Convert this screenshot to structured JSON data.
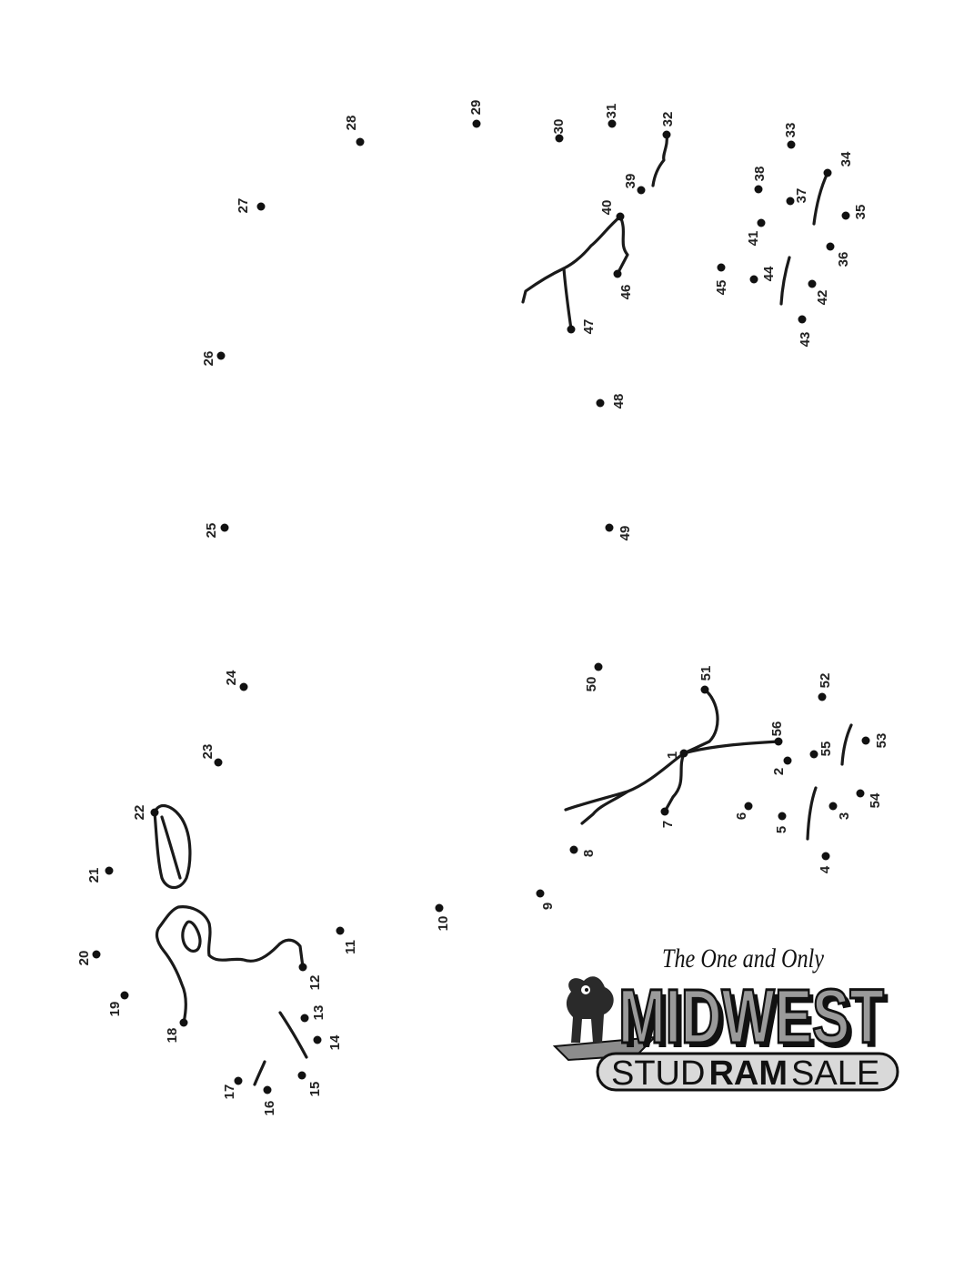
{
  "puzzle": {
    "labels": [
      "1",
      "2",
      "3",
      "4",
      "5",
      "6",
      "7",
      "8",
      "9",
      "10",
      "11",
      "12",
      "13",
      "14",
      "15",
      "16",
      "17",
      "18",
      "19",
      "20",
      "21",
      "22",
      "23",
      "24",
      "25",
      "26",
      "27",
      "28",
      "29",
      "30",
      "31",
      "32",
      "33",
      "34",
      "35",
      "36",
      "37",
      "38",
      "39",
      "40",
      "41",
      "42",
      "43",
      "44",
      "45",
      "46",
      "47",
      "48",
      "49",
      "50",
      "51",
      "52",
      "53",
      "54",
      "55",
      "56"
    ]
  },
  "logo": {
    "tagline": "The One and Only",
    "title": "MIDWEST",
    "sub_left": "STUD",
    "sub_bold": "RAM",
    "sub_right": "SALE"
  }
}
